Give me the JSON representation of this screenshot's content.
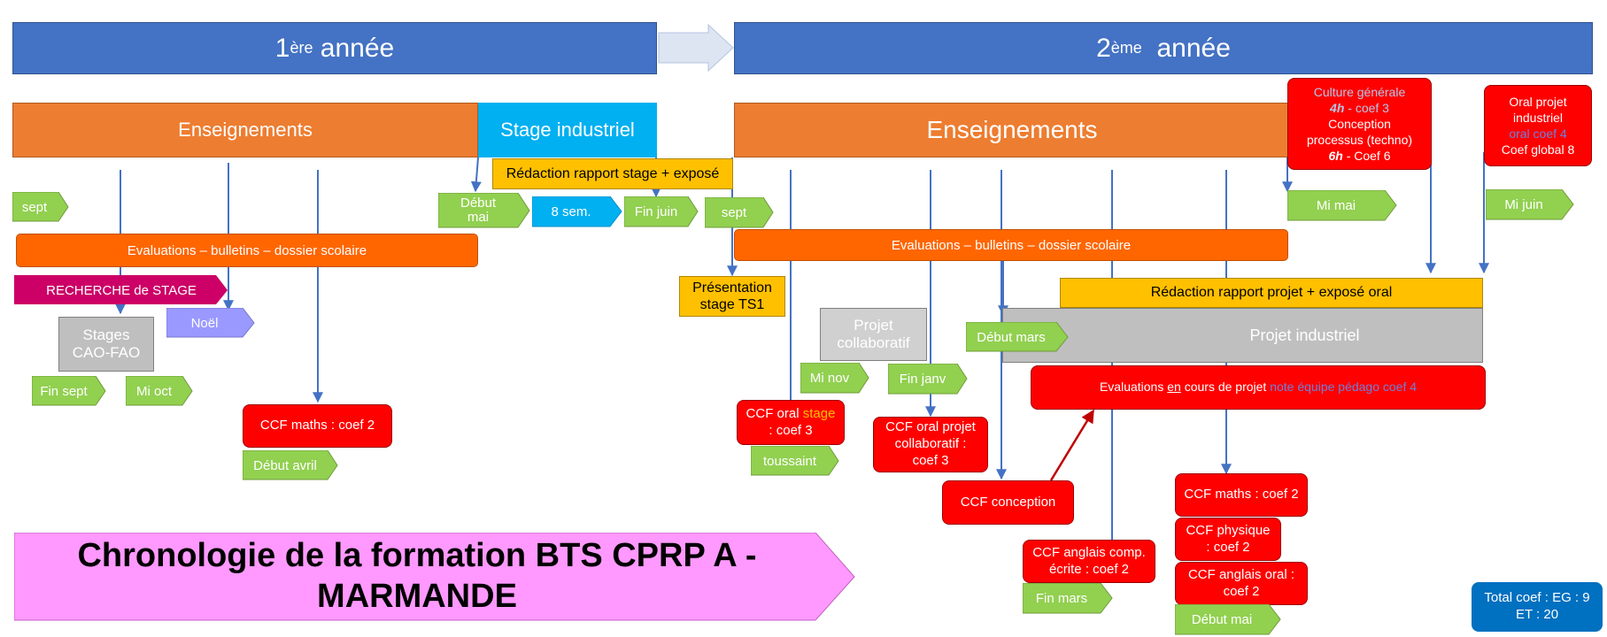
{
  "years": {
    "first_num": "1",
    "first_sup": "ère",
    "first_word": "année",
    "second_num": "2",
    "second_sup": "ème",
    "second_word": "année"
  },
  "bands": {
    "enseignements_1": "Enseignements",
    "stage_industriel": "Stage industriel",
    "enseignements_2": "Enseignements"
  },
  "redaction_stage": "Rédaction rapport stage + exposé",
  "evaluations_1": "Evaluations – bulletins – dossier scolaire",
  "evaluations_2": "Evaluations – bulletins – dossier scolaire",
  "recherche_stage": "RECHERCHE de STAGE",
  "stages_cao": {
    "line1": "Stages",
    "line2": "CAO-FAO"
  },
  "presentation_stage": {
    "line1": "Présentation",
    "line2": "stage TS1"
  },
  "projet_collaboratif": {
    "line1": "Projet",
    "line2": "collaboratif"
  },
  "redaction_projet": "Rédaction rapport  projet + exposé oral",
  "projet_industriel": "Projet industriel",
  "eval_en_cours": {
    "part1": "Evaluations ",
    "part2": "en",
    "part3": " cours de projet ",
    "part4": "note équipe pédago coef 4"
  },
  "culture_generale": {
    "line1": "Culture générale",
    "line2a": "4h",
    "line2b": " -  coef 3",
    "line3": "Conception",
    "line4": "processus (techno)",
    "line5a": "6h",
    "line5b": " - Coef 6"
  },
  "oral_projet": {
    "line1": "Oral projet",
    "line2": "industriel",
    "line3": "oral coef 4",
    "line4": "Coef global 8"
  },
  "ccf": {
    "maths1": "CCF maths : coef 2",
    "oral_stage_a": "CCF oral ",
    "oral_stage_b": "stage",
    "oral_stage_c": ": coef 3",
    "oral_collab_1": "CCF oral projet",
    "oral_collab_2": "collaboratif :",
    "oral_collab_3": "coef 3",
    "conception": "CCF conception",
    "anglais_ecrit_1": "CCF anglais comp.",
    "anglais_ecrit_2": "écrite : coef 2",
    "maths2": "CCF maths : coef 2",
    "physique_1": "CCF physique",
    "physique_2": ": coef 2",
    "anglais_oral_1": "CCF anglais oral :",
    "anglais_oral_2": "coef 2"
  },
  "tags": {
    "sept1": "sept",
    "fin_sept": "Fin sept",
    "mi_oct": "Mi oct",
    "noel": "Noël",
    "debut_avril": "Début avril",
    "debut_mai_1": "Début",
    "debut_mai_2": "mai",
    "huit_sem": "8 sem.",
    "fin_juin": "Fin juin",
    "sept2": "sept",
    "mi_nov": "Mi nov",
    "fin_janv": "Fin janv",
    "toussaint": "toussaint",
    "debut_mars": "Début mars",
    "mi_mai": "Mi mai",
    "mi_juin": "Mi juin",
    "fin_mars": "Fin mars",
    "debut_mai_3": "Début mai"
  },
  "title": {
    "line1": "Chronologie de la formation BTS CPRP A -",
    "line2": "MARMANDE"
  },
  "total": {
    "line1": "Total coef : EG : 9",
    "line2": "ET : 20"
  },
  "colors": {
    "year_blue": "#4472c4",
    "orange": "#ed7d31",
    "stage_blue": "#00b0f0",
    "eval_orange": "#ff6600",
    "yellow": "#ffc000",
    "tag_green": "#92d050",
    "ccf_red": "#ff0000",
    "title_pink": "#ff99ff",
    "magenta": "#cc0066",
    "lavender": "#9999ff",
    "grey": "#bfbfbf",
    "total_blue": "#0070c0",
    "arrow_blue": "#4472c4"
  }
}
